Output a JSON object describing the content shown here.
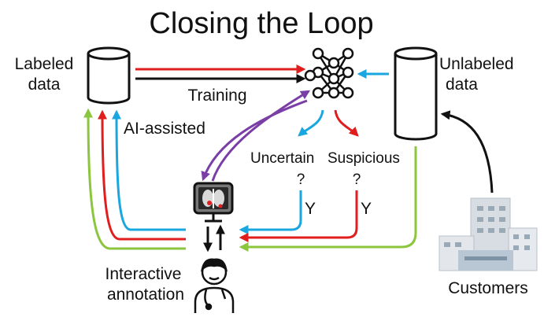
{
  "title": "Closing the Loop",
  "nodes": {
    "labeled_data": [
      "Labeled",
      "data"
    ],
    "unlabeled_data": [
      "Unlabeled",
      "data"
    ],
    "interactive_annotation": [
      "Interactive",
      "annotation"
    ],
    "customers": "Customers"
  },
  "edges": {
    "training": "Training",
    "ai_assisted": "AI-assisted",
    "uncertain": "Uncertain",
    "suspicious": "Suspicious",
    "question_mark": "?",
    "yes": "Y"
  },
  "colors": {
    "red": "#e01e1e",
    "blue": "#1aa7e0",
    "green": "#8cc63f",
    "purple": "#7a3fa6",
    "black": "#111111"
  },
  "icons": [
    "database-cylinder-icon",
    "neural-network-icon",
    "xray-monitor-icon",
    "doctor-icon",
    "buildings-icon"
  ]
}
